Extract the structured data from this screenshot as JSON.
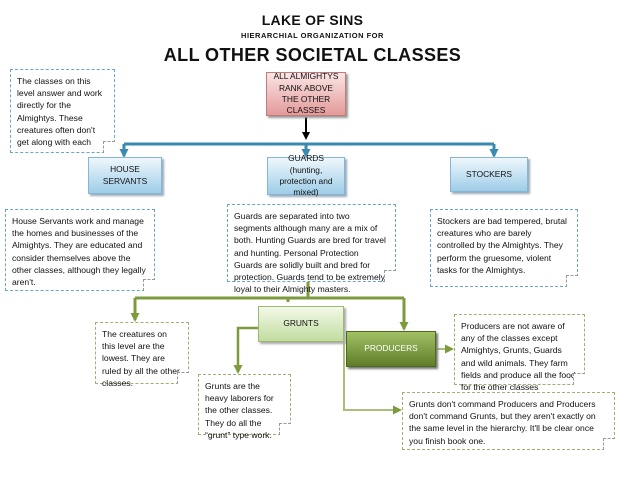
{
  "title": "LAKE OF SINS",
  "subtitle": "HIERARCHIAL ORGANIZATION FOR",
  "heading": "ALL OTHER SOCIETAL  CLASSES",
  "nodes": {
    "almightys": "ALL ALMIGHTYS RANK ABOVE THE OTHER CLASSES",
    "house_servants": "HOUSE SERVANTS",
    "guards": "GUARDS (hunting, protection and mixed)",
    "stockers": "STOCKERS",
    "grunts": "GRUNTS",
    "producers": "PRODUCERS"
  },
  "notes": {
    "level_note": "The classes on this level answer and work directly for the Almightys. These creatures often don't get along with each",
    "house_servants": "House Servants work and manage the homes and businesses of the Almightys. They are educated and consider themselves above the other classes, although they legally aren't.",
    "guards": "Guards are separated into two segments although many are a mix of both. Hunting Guards are bred for travel and hunting. Personal Protection Guards are solidly built and bred for protection.  Guards tend to be extremely loyal to their Almighty masters.",
    "stockers": "Stockers are bad tempered, brutal creatures who are barely controlled by the Almightys. They perform the gruesome, violent tasks for the Almightys.",
    "lowest": "The creatures on this level are the lowest. They are ruled by all the other classes.",
    "grunts": "Grunts are the heavy laborers for the other classes. They do all the “grunt” type work.",
    "producers": "Producers are not aware of any of the classes except Almightys, Grunts, Guards and wild animals. They farm fields and produce all the food for the other classes",
    "relation": "Grunts don't command Producers and Producers don't command Grunts, but they aren't exactly on the same level in the hierarchy. It'll be clear once you finish book one."
  },
  "colors": {
    "blue_connector": "#3a8ab0",
    "green_connector": "#7d9a3c",
    "black_arrow": "#000000"
  }
}
